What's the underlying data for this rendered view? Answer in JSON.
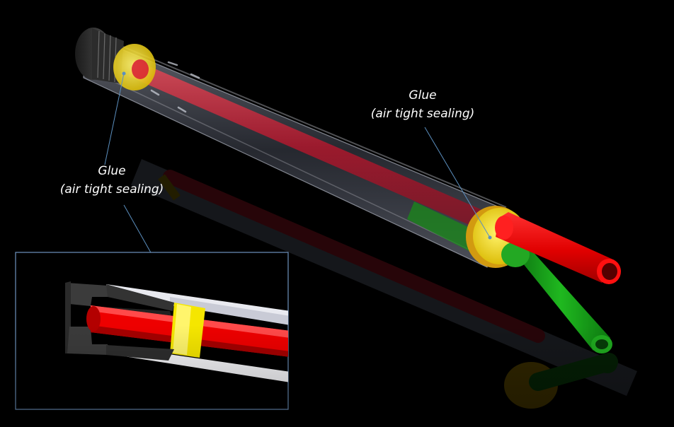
{
  "callouts": {
    "right": {
      "title": "Glue",
      "subtitle": "(air tight sealing)"
    },
    "left": {
      "title": "Glue",
      "subtitle": "(air tight sealing)"
    }
  },
  "colors": {
    "background": "#000000",
    "inner_tube": "#e3001b",
    "outer_tube": "#1a9a1a",
    "glue": "#f5e600",
    "leader_line": "#5b8fbf",
    "inset_border": "#6d93bd"
  }
}
